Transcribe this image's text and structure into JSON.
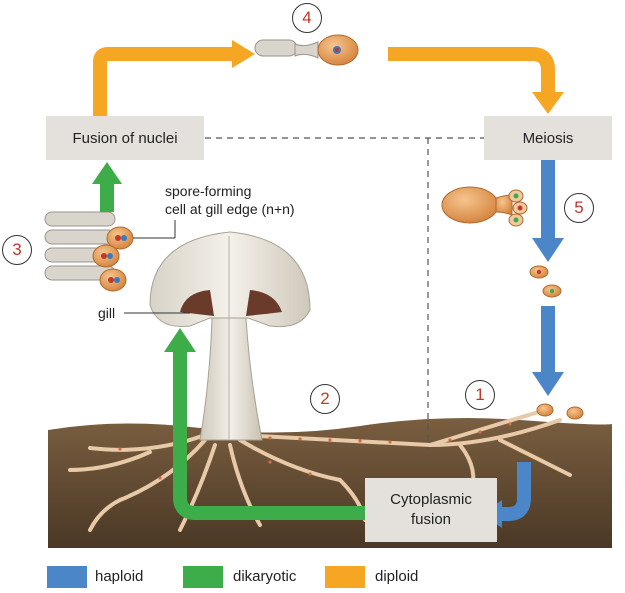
{
  "boxes": {
    "fusion_of_nuclei": "Fusion of nuclei",
    "meiosis": "Meiosis",
    "cytoplasmic_fusion_line1": "Cytoplasmic",
    "cytoplasmic_fusion_line2": "fusion"
  },
  "step_numbers": [
    "1",
    "2",
    "3",
    "4",
    "5"
  ],
  "labels": {
    "spore_forming_line1": "spore-forming",
    "spore_forming_line2": "cell at gill edge (n+n)",
    "gill": "gill"
  },
  "legend": [
    {
      "label": "haploid",
      "color": "#4a86c8"
    },
    {
      "label": "dikaryotic",
      "color": "#3cad49"
    },
    {
      "label": "diploid",
      "color": "#f5a623"
    }
  ],
  "colors": {
    "haploid": "#4a86c8",
    "dikaryotic": "#3cad49",
    "diploid": "#f5a623",
    "soil": "#5a4530",
    "hyphae": "#e8c9a8",
    "spore": "#e39a52",
    "box_bg": "#e4e1dc"
  }
}
